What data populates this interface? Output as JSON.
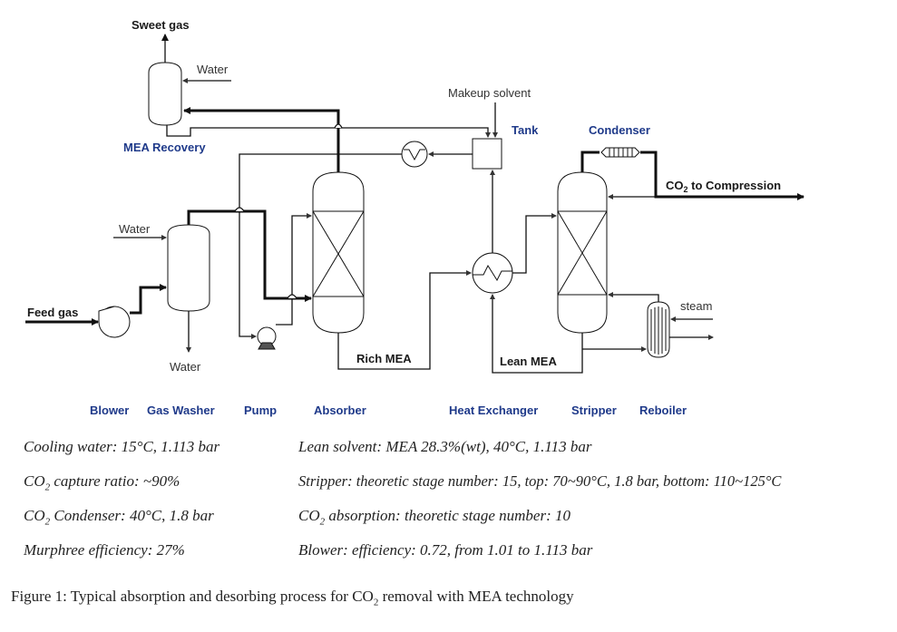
{
  "labels": {
    "sweet_gas": "Sweet  gas",
    "water_top": "Water",
    "mea_recovery": "MEA Recovery",
    "makeup_solvent": "Makeup solvent",
    "tank": "Tank",
    "condenser": "Condenser",
    "co2_to_compression_pre": "CO",
    "co2_to_compression_sub": "2",
    "co2_to_compression_post": " to Compression",
    "water_washer_in": "Water",
    "feed_gas": "Feed gas",
    "water_washer_out": "Water",
    "rich_mea": "Rich MEA",
    "lean_mea": "Lean MEA",
    "steam": "steam"
  },
  "equipment": [
    "Blower",
    "Gas Washer",
    "Pump",
    "Absorber",
    "Heat Exchanger",
    "Stripper",
    "Reboiler"
  ],
  "params_left": [
    {
      "pre": "Cooling water: 15°C, 1.113 bar",
      "sub": "",
      "post": ""
    },
    {
      "pre": "CO",
      "sub": "2",
      "post": " capture ratio: ~90%"
    },
    {
      "pre": "CO",
      "sub": "2",
      "post": " Condenser: 40°C, 1.8 bar"
    },
    {
      "pre": "Murphree efficiency: 27%",
      "sub": "",
      "post": ""
    }
  ],
  "params_right": [
    {
      "pre": "Lean solvent: MEA 28.3%(wt), 40°C, 1.113 bar",
      "sub": "",
      "post": ""
    },
    {
      "pre": "Stripper: theoretic stage number: 15, top: 70~90°C, 1.8 bar, bottom: 110~125°C",
      "sub": "",
      "post": ""
    },
    {
      "pre": "CO",
      "sub": "2",
      "post": " absorption: theoretic stage number: 10"
    },
    {
      "pre": "Blower: efficiency: 0.72, from 1.01 to 1.113 bar",
      "sub": "",
      "post": ""
    }
  ],
  "caption": {
    "pre": "Figure 1: Typical absorption and desorbing process for CO",
    "sub": "2",
    "post": " removal with MEA technology"
  },
  "colors": {
    "equipment_label": "#1f3a8a",
    "line": "#111111",
    "thin_line": "#555555"
  }
}
